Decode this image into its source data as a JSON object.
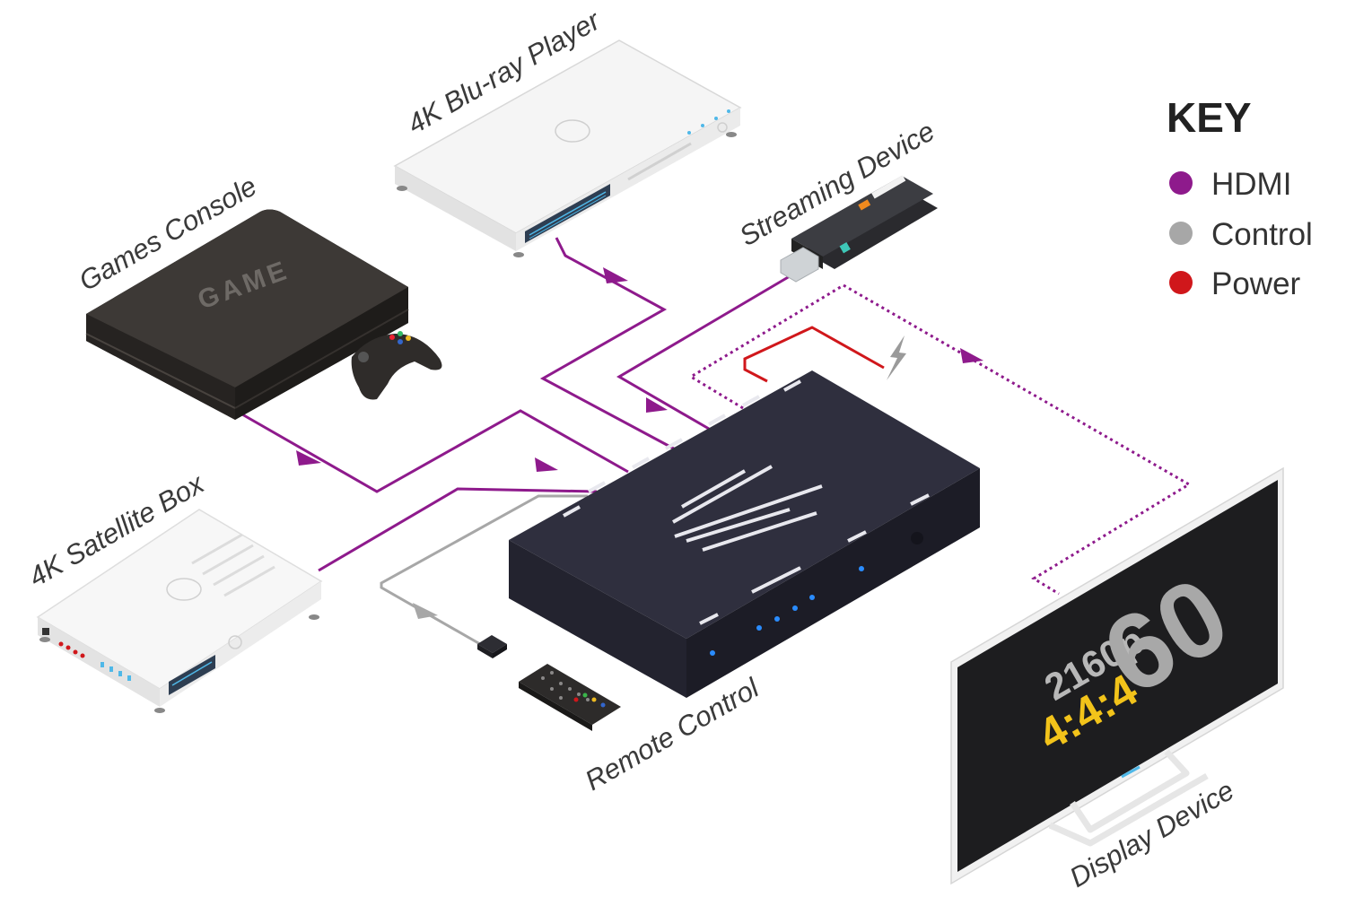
{
  "diagram": {
    "devices": {
      "bluray": "4K Blu-ray Player",
      "games": "Games Console",
      "streaming": "Streaming Device",
      "satellite": "4K Satellite Box",
      "remote": "Remote Control",
      "display": "Display Device"
    },
    "console_logo": "GAME",
    "screen": {
      "resolution": "2160p",
      "chroma": "4:4:4",
      "refresh": "60",
      "chroma_color": "#f2c31a"
    }
  },
  "key": {
    "title": "KEY",
    "items": [
      {
        "label": "HDMI",
        "color": "#8e1a8c"
      },
      {
        "label": "Control",
        "color": "#a7a7a7"
      },
      {
        "label": "Power",
        "color": "#d0171b"
      }
    ]
  },
  "colors": {
    "hdmi": "#8e1a8c",
    "control": "#a7a7a7",
    "power": "#d0171b"
  }
}
